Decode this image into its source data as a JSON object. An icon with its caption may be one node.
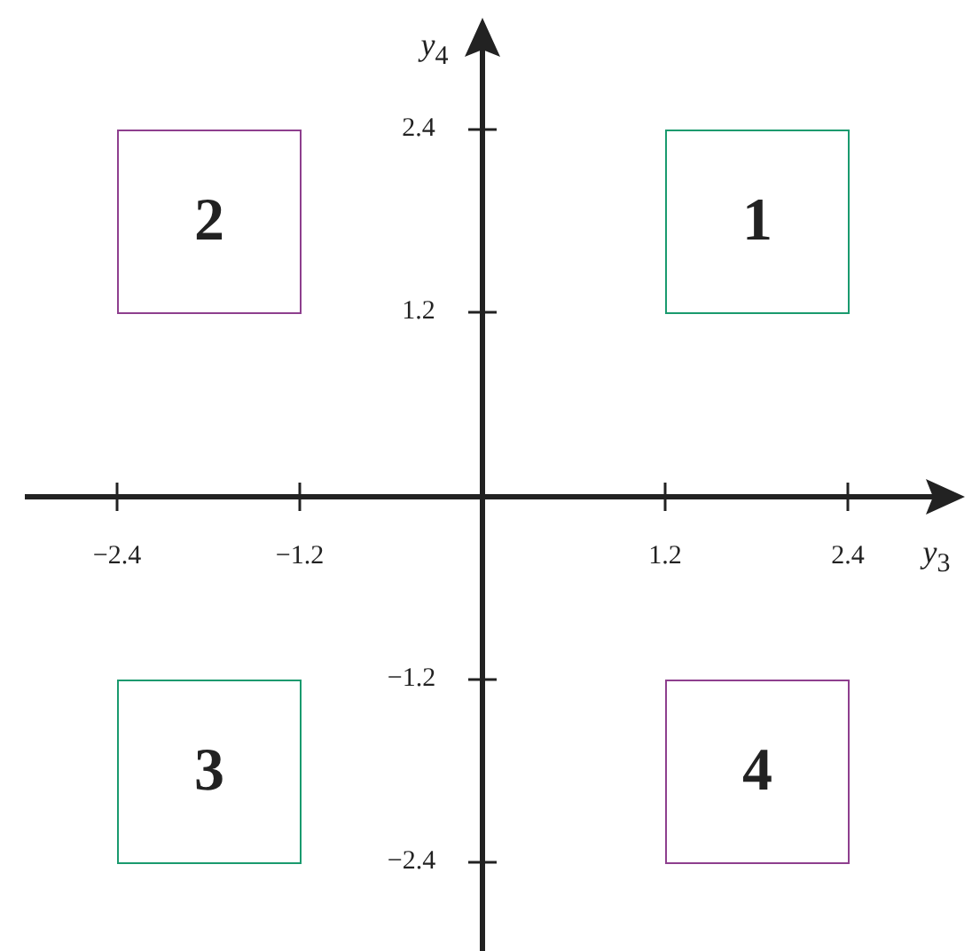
{
  "diagram": {
    "nodes": [
      {
        "text": [
          "2"
        ]
      },
      {
        "text": [
          "1"
        ]
      },
      {
        "text": [
          "3"
        ]
      },
      {
        "text": [
          "4"
        ]
      }
    ],
    "labels": [
      "*y*$_{4}$",
      "2.4",
      "1.2",
      "−2.4",
      "−1.2",
      "1.2",
      "2.4",
      "*y*$_{3}$",
      "−1.2",
      "−2.4"
    ]
  }
}
